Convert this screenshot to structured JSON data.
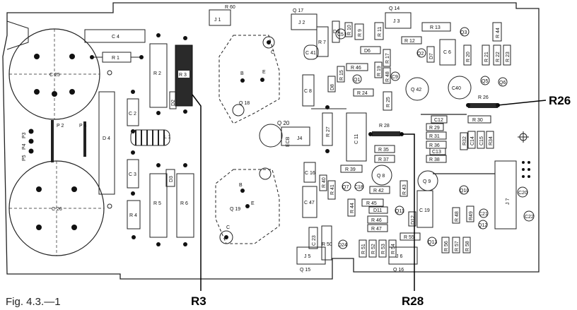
{
  "figure_caption": "Fig. 4.3.—1",
  "callouts": {
    "r3": "R3",
    "r28": "R28",
    "r26": "R26"
  },
  "labels": {
    "r60": "R 60",
    "j1": "J 1",
    "q17": "Q 17",
    "j2": "J 2",
    "q14": "Q 14",
    "j3": "J 3",
    "c4": "C 4",
    "r1": "R 1",
    "r2": "R 2",
    "r3": "R 3",
    "d2": "D2",
    "c25": "C 25",
    "c26": "C 26",
    "d4": "D 4",
    "c2": "C 2",
    "c3": "C 3",
    "d3": "D3",
    "r5": "R 5",
    "r6": "R 6",
    "r4": "R 4",
    "l1": "L 1",
    "p2": "P 2",
    "p4": "P 4",
    "p3": "P3",
    "p4b": "P4",
    "p5": "P5",
    "q18": "Q 18",
    "q19": "Q 19",
    "b": "B",
    "e": "E",
    "c": "C",
    "q20": "Q 20",
    "ecb": "ECB",
    "j4": "J4",
    "c8": "C 8",
    "r27": "R 27",
    "c16": "C 16",
    "c47": "C 47",
    "r40": "R 40",
    "r41": "R 41",
    "c23": "C 23",
    "r50": "R 50",
    "d24": "D24",
    "r7": "R 7",
    "d4b": "D4",
    "c5": "C5",
    "r10": "R 10",
    "r9": "R 9",
    "c41": "C 41",
    "r11": "R 11",
    "r12": "R 12",
    "r13": "R 13",
    "q3": "Q3",
    "q2": "Q2",
    "r44": "R 44",
    "d6": "D6",
    "r17": "R 17",
    "d7": "D7",
    "c6": "C 6",
    "r20": "R 20",
    "r21": "R 21",
    "r22": "R 22",
    "r23": "R 23",
    "q5": "Q5",
    "q6": "Q6",
    "r46": "R 46",
    "q1": "Q1",
    "r15": "R 15",
    "d8": "D8",
    "r19": "R 19",
    "r48": "R 48",
    "c9": "C9",
    "r24": "R 24",
    "q42": "Q 42",
    "c40": "C40",
    "r25": "R 25",
    "r26": "R 26",
    "r30": "R 30",
    "c12": "C12",
    "r29": "R 29",
    "r31": "R 31",
    "r36": "R 36",
    "c13": "C13",
    "r38": "R 38",
    "r32": "R32",
    "c14": "C14",
    "c15": "C15",
    "r34": "R34",
    "r28": "R 28",
    "c11": "C 11",
    "r35": "R 35",
    "r37": "R 37",
    "r39": "R 39",
    "q8": "Q 8",
    "q9": "Q 9",
    "q7": "Q7",
    "c18": "C18",
    "r42": "R 42",
    "r43": "R 43",
    "q10": "Q10",
    "j7": "J 7",
    "c20": "C20",
    "c22": "C22",
    "r45": "R 45",
    "d11": "D11",
    "q11": "Q11",
    "c19": "C 19",
    "r44b": "R 44",
    "r46b": "R 46",
    "r47": "R 47",
    "d12": "D12",
    "r48b": "R 48",
    "r49": "R49",
    "c21": "C21",
    "q12": "Q12",
    "r51": "R 51",
    "r52": "R 52",
    "r53": "R 53",
    "r54": "R 54",
    "j5": "J 5",
    "j6": "J 6",
    "r55": "R 55",
    "r56": "R 56",
    "r57": "R 57",
    "r58": "R 58",
    "q15": "Q 15",
    "q16": "Q 16",
    "q13": "Q13"
  }
}
